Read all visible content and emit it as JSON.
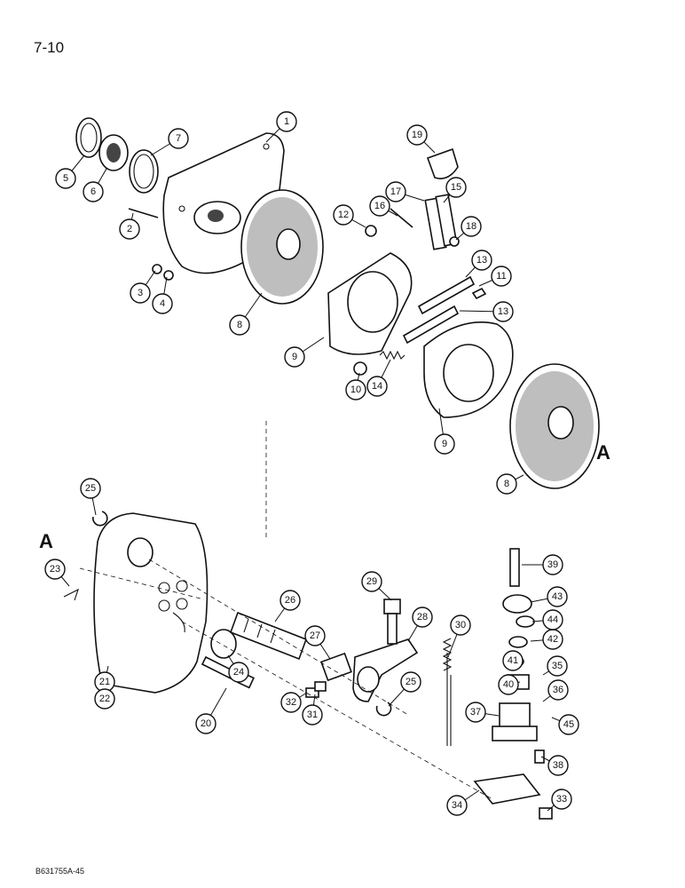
{
  "page_number": "7-10",
  "reference_code": "B631755A-45",
  "section_marks": [
    "A",
    "A"
  ],
  "callouts": [
    "1",
    "2",
    "3",
    "4",
    "5",
    "6",
    "7",
    "8",
    "9",
    "10",
    "11",
    "12",
    "13",
    "13",
    "14",
    "15",
    "16",
    "17",
    "18",
    "19",
    "8",
    "9",
    "20",
    "21",
    "22",
    "23",
    "24",
    "25",
    "25",
    "26",
    "27",
    "28",
    "29",
    "30",
    "31",
    "32",
    "33",
    "34",
    "35",
    "36",
    "37",
    "38",
    "39",
    "40",
    "41",
    "42",
    "43",
    "44",
    "45"
  ]
}
